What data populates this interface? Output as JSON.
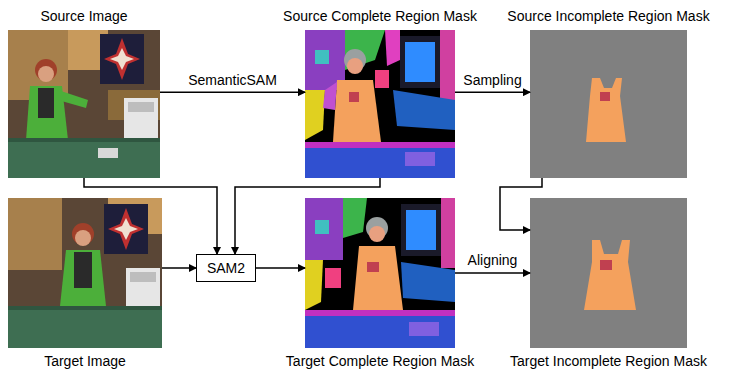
{
  "diagram": {
    "nodes": [
      {
        "text": [
          "Source Image"
        ]
      },
      {
        "text": [
          "Source Complete Region Mask"
        ]
      },
      {
        "text": [
          "Source Incomplete Region Mask"
        ]
      },
      {
        "text": [
          "Target Image"
        ]
      },
      {
        "text": [
          "SAM2"
        ]
      },
      {
        "text": [
          "Target Complete Region Mask"
        ]
      },
      {
        "text": [
          "Target Incomplete Region Mask"
        ]
      }
    ],
    "edges": [
      {
        "from": 0,
        "to": 1,
        "label": "SemanticSAM",
        "arrow": "to"
      },
      {
        "from": 1,
        "to": 2,
        "label": "Sampling",
        "arrow": "to"
      },
      {
        "from": 0,
        "to": 4,
        "arrow": "to"
      },
      {
        "from": 1,
        "to": 4,
        "arrow": "to"
      },
      {
        "from": 3,
        "to": 4,
        "arrow": "to"
      },
      {
        "from": 4,
        "to": 5,
        "arrow": "to"
      },
      {
        "from": 2,
        "to": 6,
        "arrow": "to"
      },
      {
        "from": 5,
        "to": 6,
        "label": "Aligning",
        "arrow": "to"
      }
    ]
  }
}
